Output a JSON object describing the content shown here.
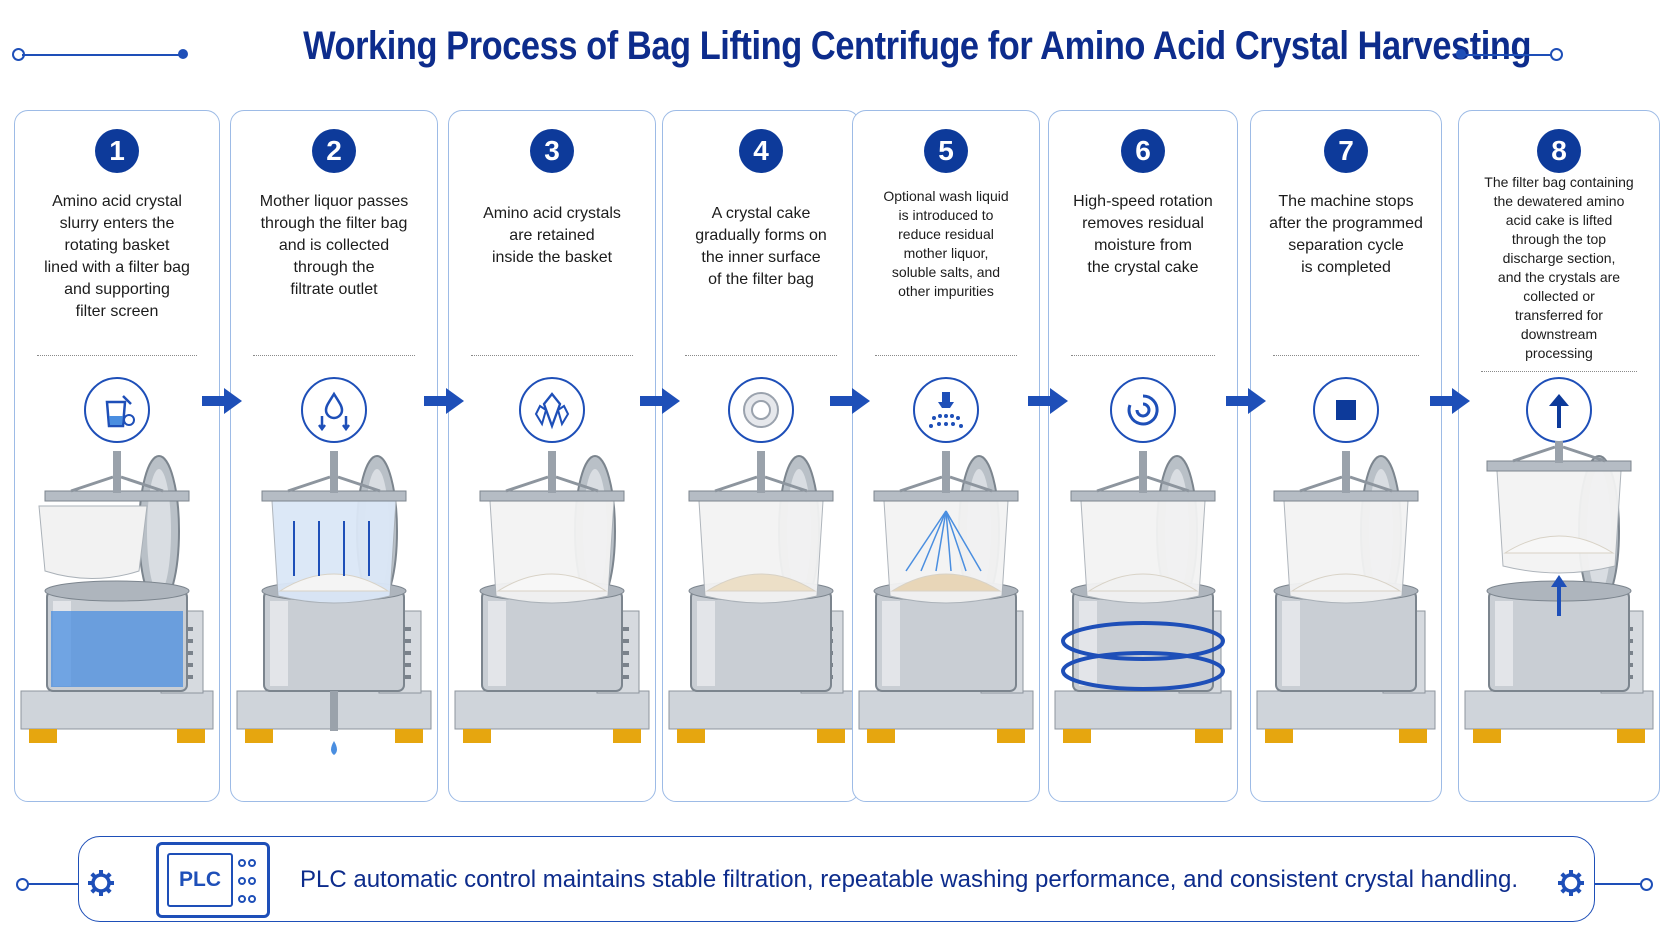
{
  "header": {
    "title": "Working Process of Bag Lifting Centrifuge for Amino Acid Crystal Harvesting"
  },
  "steps": [
    {
      "number": "1",
      "text": "Amino acid crystal\nslurry enters the\nrotating basket\nlined with a filter bag\nand supporting\nfilter screen",
      "icon": "slurry-beaker-icon"
    },
    {
      "number": "2",
      "text": "Mother liquor passes\nthrough the filter bag\nand is collected\nthrough the\nfiltrate outlet",
      "icon": "droplet-down-icon"
    },
    {
      "number": "3",
      "text": "Amino acid crystals\nare retained\ninside the basket",
      "icon": "crystal-icon"
    },
    {
      "number": "4",
      "text": "A crystal cake\ngradually forms on\nthe inner surface\nof the filter bag",
      "icon": "cake-ring-icon"
    },
    {
      "number": "5",
      "text": "Optional wash liquid\nis introduced to\nreduce residual\nmother liquor,\nsoluble salts, and\nother impurities",
      "icon": "spray-nozzle-icon"
    },
    {
      "number": "6",
      "text": "High-speed rotation\nremoves residual\nmoisture from\nthe crystal cake",
      "icon": "rotation-icon"
    },
    {
      "number": "7",
      "text": "The machine stops\nafter the programmed\nseparation cycle\nis completed",
      "icon": "stop-icon"
    },
    {
      "number": "8",
      "text": "The filter bag containing\nthe dewatered amino\nacid cake is lifted\nthrough the top\ndischarge section,\nand the crystals are\ncollected or\ntransferred for\ndownstream\nprocessing",
      "icon": "lift-arrow-icon"
    }
  ],
  "footer": {
    "plc_label": "PLC",
    "text": "PLC automatic control maintains stable filtration, repeatable washing performance, and consistent crystal handling."
  },
  "colors": {
    "primary": "#0d3a9a",
    "accent": "#1e4fb8",
    "border": "#9dbbe6",
    "steel": "#c9ced4",
    "feet": "#e6a60f"
  }
}
